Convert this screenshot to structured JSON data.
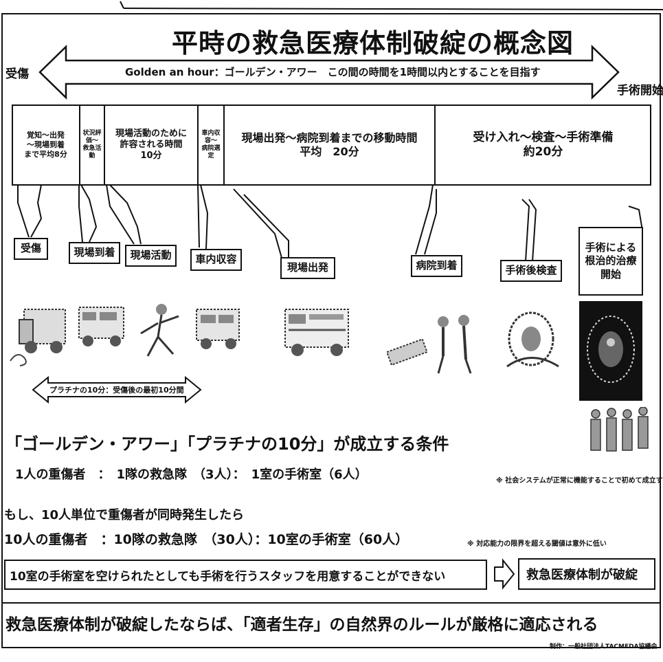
{
  "title": "平時の救急医療体制破綻の概念図",
  "timeline": {
    "start_label": "受傷",
    "end_label": "手術開始",
    "golden_hour_caption": "Golden an hour：ゴールデン・アワー　この間の時間を1時間以内とすることを目指す"
  },
  "segments": [
    {
      "text": "覚知～出発\n～現場到着\nまで平均8分"
    },
    {
      "text": "状況評\n価～\n救急活\n動"
    },
    {
      "text": "現場活動のために\n許容される時間\n10分"
    },
    {
      "text": "車内収\n容～\n病院選\n定"
    },
    {
      "text": "現場出発～病院到着までの移動時間\n平均　20分"
    },
    {
      "text": "受け入れ～検査～手術準備\n約20分"
    }
  ],
  "callouts": [
    {
      "text": "受傷"
    },
    {
      "text": "現場到着"
    },
    {
      "text": "現場活動"
    },
    {
      "text": "車内収容"
    },
    {
      "text": "現場出発"
    },
    {
      "text": "病院到着"
    },
    {
      "text": "手術後検査"
    },
    {
      "text": "手術による\n根治的治療\n開始"
    }
  ],
  "platinum_caption": "プラチナの10分：受傷後の最初10分間",
  "conditions": {
    "heading": "「ゴールデン・アワー」「プラチナの10分」が成立する条件",
    "ratio_line": "1人の重傷者　：　1隊の救急隊　（3人）：　1室の手術室（6人）",
    "ratio_note": "※ 社会システムが正常に機能することで初めて成立する",
    "if_line": "もし、10人単位で重傷者が同時発生したら",
    "scaled_line": "10人の重傷者　：10隊の救急隊　（30人）：10室の手術室（60人）",
    "scaled_note": "※ 対応能力の限界を超える閾値は意外に低い",
    "staff_box": "10室の手術室を空けられたとしても手術を行うスタッフを用意することができない",
    "collapse_box": "救急医療体制が破綻",
    "conclusion": "救急医療体制が破綻したならば、「適者生存」の自然界のルールが厳格に適応される",
    "credit": "制作：一般社団法人TACMEDA協議会"
  },
  "icons": [
    "ambulance-dispatch-icon",
    "ambulance-arrival-icon",
    "field-activity-icon",
    "ambulance-loading-icon",
    "ambulance-transport-icon",
    "hospital-arrival-icon",
    "ct-scan-icon",
    "surgery-icon",
    "surgical-staff-icon"
  ]
}
